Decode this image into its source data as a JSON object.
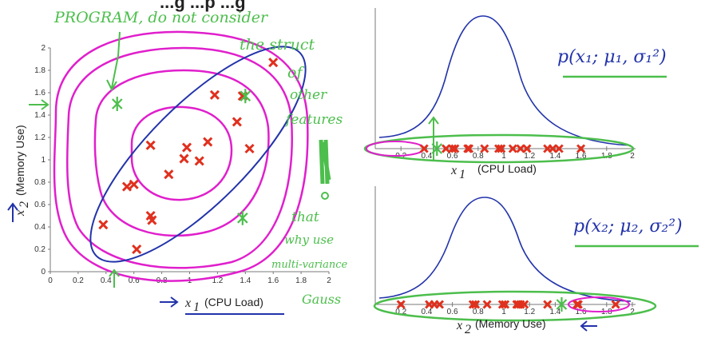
{
  "slide": {
    "title_fragment": "...g ...p ...g",
    "colors": {
      "red_x": "#e0301e",
      "blue": "#2233aa",
      "pink": "#e01fcc",
      "green": "#4cbe4c",
      "axis": "#7a7a7a"
    }
  },
  "left_plot": {
    "xlabel_var": "x",
    "xlabel_sub": "1",
    "xlabel_text": "(CPU Load)",
    "ylabel_var": "x",
    "ylabel_sub": "2",
    "ylabel_text": "(Memory Use)",
    "xticks": [
      "0",
      "0.2",
      "0.4",
      "0.6",
      "0.8",
      "1",
      "1.2",
      "1.4",
      "1.6",
      "1.8",
      "2"
    ],
    "yticks": [
      "0",
      "0.2",
      "0.4",
      "0.6",
      "0.8",
      "1",
      "1.2",
      "1.4",
      "1.6",
      "1.8",
      "2"
    ],
    "red_points": [
      [
        0.38,
        0.42
      ],
      [
        0.55,
        0.76
      ],
      [
        0.6,
        0.78
      ],
      [
        0.62,
        0.2
      ],
      [
        0.72,
        1.13
      ],
      [
        0.72,
        0.5
      ],
      [
        0.73,
        0.46
      ],
      [
        0.85,
        0.87
      ],
      [
        0.96,
        1.01
      ],
      [
        0.98,
        1.11
      ],
      [
        1.07,
        0.99
      ],
      [
        1.13,
        1.16
      ],
      [
        1.18,
        1.58
      ],
      [
        1.34,
        1.34
      ],
      [
        1.38,
        1.57
      ],
      [
        1.43,
        1.1
      ],
      [
        1.6,
        1.87
      ]
    ],
    "green_points": [
      [
        0.48,
        1.5
      ],
      [
        1.4,
        1.57
      ],
      [
        1.38,
        0.48
      ]
    ]
  },
  "top_right": {
    "xlabel_var": "x",
    "xlabel_sub": "1",
    "xlabel_text": "(CPU Load)",
    "xticks": [
      "0.2",
      "0.4",
      "0.6",
      "0.8",
      "1",
      "1.2",
      "1.4",
      "1.6",
      "1.8",
      "2"
    ],
    "formula_main": "p(x₁; μ₁, σ₁²)"
  },
  "bottom_right": {
    "xlabel_var": "x",
    "xlabel_sub": "2",
    "xlabel_text": "(Memory Use)",
    "xticks": [
      "0.2",
      "0.4",
      "0.6",
      "0.8",
      "1",
      "1.2",
      "1.4",
      "1.6",
      "1.8",
      "2"
    ],
    "formula_main": "p(x₂; μ₂, σ₂²)"
  },
  "handwriting": {
    "top_note_lines": [
      "PROGRAM, do not consider",
      "the struct",
      "of",
      "other",
      "features"
    ],
    "side_note_lines": [
      "that",
      "why use",
      "multi-variance",
      "Gauss"
    ]
  }
}
